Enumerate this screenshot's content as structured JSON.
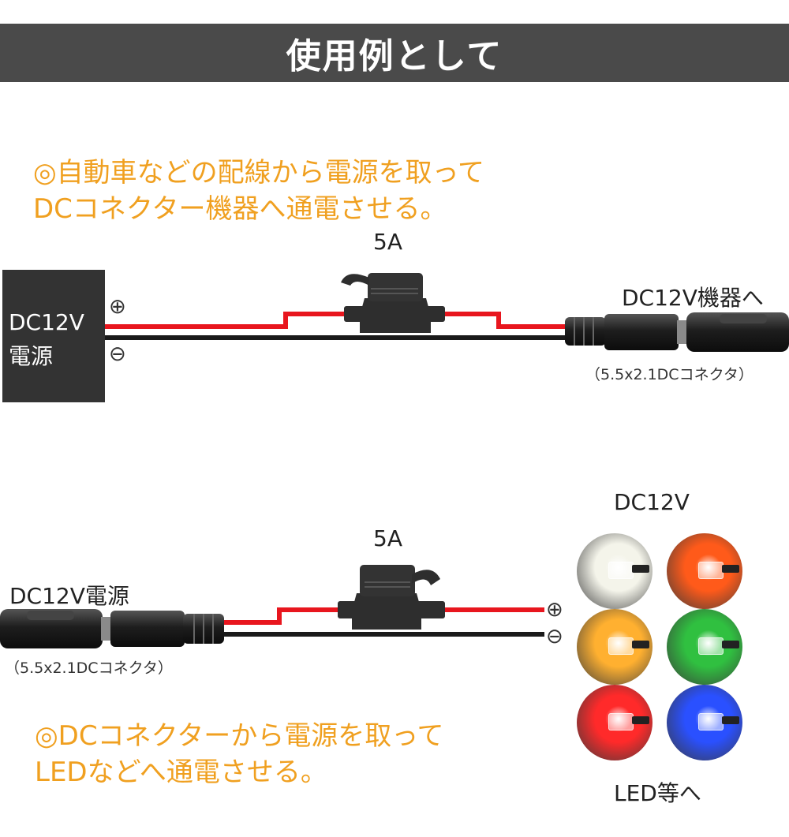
{
  "header": {
    "title": "使用例として"
  },
  "section1": {
    "caption_line1": "◎自動車などの配線から電源を取って",
    "caption_line2": "DCコネクター機器へ通電させる。",
    "fuse_label": "5A",
    "source_line1": "DC12V",
    "source_line2": "電源",
    "plus": "⊕",
    "minus": "⊖",
    "device_label": "DC12V機器へ",
    "connector_label": "（5.5x2.1DCコネクタ）"
  },
  "section2": {
    "fuse_label": "5A",
    "source_label": "DC12V電源",
    "connector_label": "（5.5x2.1DCコネクタ）",
    "plus": "⊕",
    "minus": "⊖",
    "voltage_label": "DC12V",
    "led_label": "LED等へ",
    "caption_line1": "◎DCコネクターから電源を取って",
    "caption_line2": "LEDなどへ通電させる。",
    "led_colors": [
      "#f4f4ea",
      "#ff5a1a",
      "#ffb030",
      "#30c040",
      "#ff2a2a",
      "#2a50ff"
    ]
  },
  "colors": {
    "wire_red": "#e8161e",
    "wire_black": "#1a1a1a",
    "fuse": "#2e2e2e",
    "header_bg": "#4a4a4a",
    "caption": "#f0a020"
  }
}
